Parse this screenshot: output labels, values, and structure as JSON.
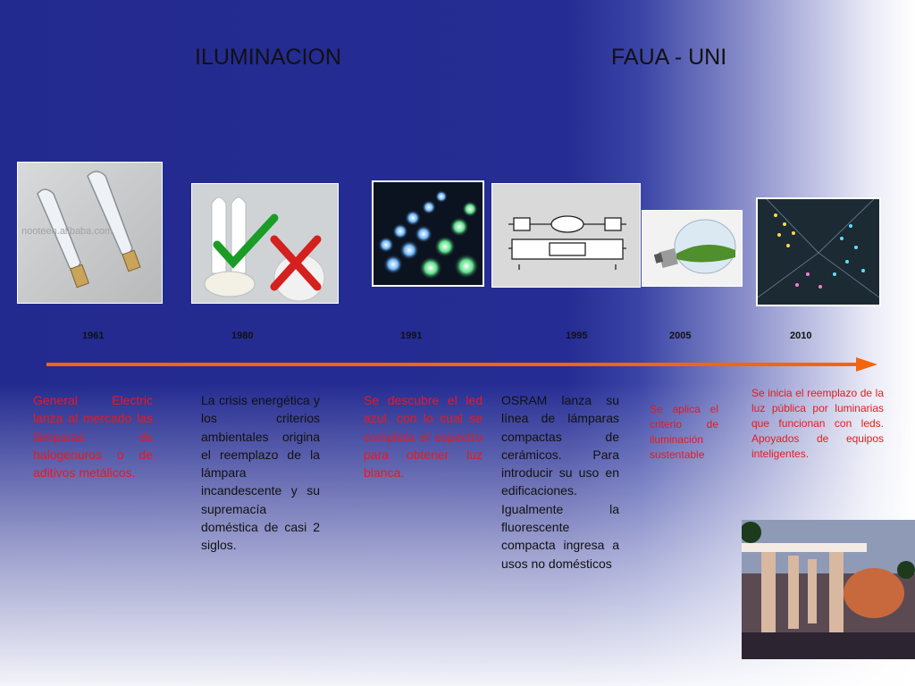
{
  "title_left": "ILUMINACION",
  "title_right": "FAUA - UNI",
  "colors": {
    "background": "#252c93",
    "timeline_arrow": "#f5640f",
    "description_text": "#e8191e"
  },
  "photo1_watermark": "nooteen.alibaba.com",
  "timeline": [
    {
      "year": "1961",
      "description": "General Electric lanza al mercado las lámparas de halogenuros o de aditivos metálicos."
    },
    {
      "year": "1980",
      "description": "La crisis energética y los criterios ambientales origina el reemplazo de la lámpara incandescente y su supremacía doméstica de casi 2 siglos."
    },
    {
      "year": "1991",
      "description": "Se descubre el led azul, con lo cual se completa el espectro para obtener luz blanca."
    },
    {
      "year": "1995",
      "description": "OSRAM lanza su línea de lámparas compactas de cerámicos. Para introducir su uso en edificaciones. Igualmente la fluorescente compacta ingresa a usos no domésticos"
    },
    {
      "year": "2005",
      "description": "Se aplica el criterio de iluminación sustentable"
    },
    {
      "year": "2010",
      "description": "Se inicia el reemplazo de la luz pública por luminarias que funcionan con leds. Apoyados de equipos inteligentes."
    }
  ]
}
